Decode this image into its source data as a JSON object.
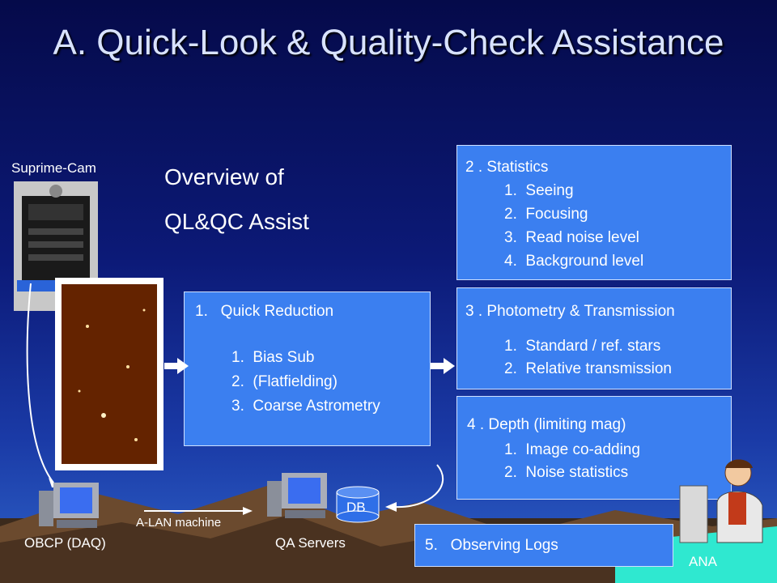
{
  "title": "A. Quick-Look & Quality-Check Assistance",
  "overview": {
    "line1": "Overview of",
    "line2": "QL&QC Assist"
  },
  "labels": {
    "suprime_cam": "Suprime-Cam",
    "obcp": "OBCP (DAQ)",
    "alan": "A-LAN machine",
    "qa_servers": "QA Servers",
    "db": "DB",
    "ana": "ANA"
  },
  "boxes": {
    "quick_reduction": {
      "heading": "1.   Quick Reduction",
      "items": [
        "1.  Bias Sub",
        "2.  (Flatfielding)",
        "3.  Coarse Astrometry"
      ]
    },
    "statistics": {
      "heading": "2 . Statistics",
      "items": [
        "1.  Seeing",
        "2.  Focusing",
        "3.  Read noise level",
        "4.  Background level"
      ]
    },
    "photometry": {
      "heading": "3 . Photometry & Transmission",
      "items": [
        "1.  Standard / ref. stars",
        "2.  Relative transmission"
      ]
    },
    "depth": {
      "heading": "4 . Depth (limiting mag)",
      "items": [
        "1.  Image co-adding",
        "2.  Noise statistics"
      ]
    },
    "logs": {
      "heading": "5.   Observing Logs"
    }
  },
  "colors": {
    "box_fill": "#3b7ff0",
    "background_top": "#050a4a",
    "background_bottom": "#2f63c9",
    "ground": "#6b4a2e",
    "sea": "#2fe8d0"
  }
}
